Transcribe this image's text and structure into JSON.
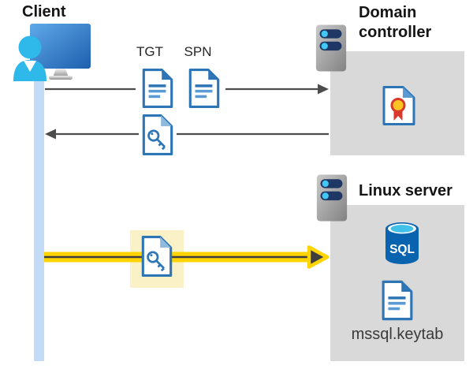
{
  "client": {
    "label": "Client"
  },
  "domain_controller": {
    "label": "Domain controller"
  },
  "linux_server": {
    "label": "Linux server",
    "keytab_file": "mssql.keytab"
  },
  "tickets": {
    "tgt": "TGT",
    "spn": "SPN"
  },
  "sql_database": {
    "label": "SQL"
  },
  "icons": {
    "client": "person-at-monitor-icon",
    "server": "server-icon",
    "ticket_document": "document-icon",
    "key_document": "key-document-icon",
    "certificate": "certificate-document-icon",
    "sql": "sql-database-icon"
  },
  "colors": {
    "document_blue": "#2E75B6",
    "fold_light_blue": "#8FBADE",
    "lifeline_blue": "#C2DBF7",
    "box_gray": "#D9D9D9",
    "server_pill_navy": "#1E3765",
    "indicator_cyan": "#41C8F4",
    "arrow_gray": "#4D4D4D",
    "arrow_yellow": "#FFD400",
    "highlight_yellow": "#FAF2C6",
    "certificate_gold": "#FFC423",
    "certificate_red": "#D8392C",
    "sql_blue": "#0A63AF",
    "person_cyan": "#2FB9EA"
  }
}
